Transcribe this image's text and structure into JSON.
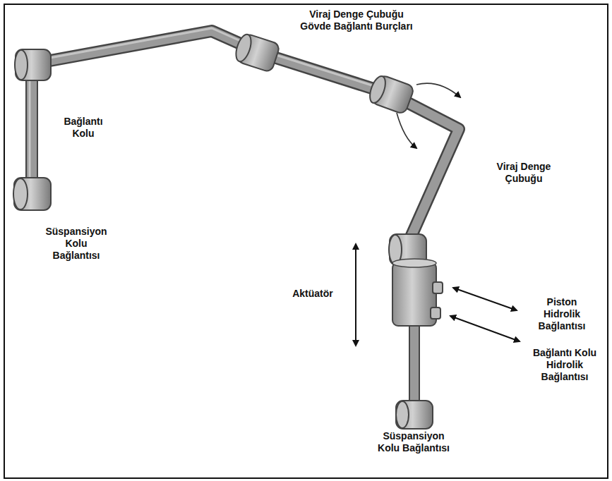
{
  "diagram": {
    "labels": [
      "Viraj Denge Çubuğu Gövde Bağlantı Burçları",
      "Bağlantı Kolu",
      "Viraj Denge Çubuğu",
      "Süspansiyon Kolu Bağlantısı",
      "Aktüatör",
      "Piston Hidrolik Bağlantısı",
      "Bağlantı Kolu Hidrolik Bağlantısı",
      "Süspansiyon Kolu Bağlantısı"
    ]
  }
}
